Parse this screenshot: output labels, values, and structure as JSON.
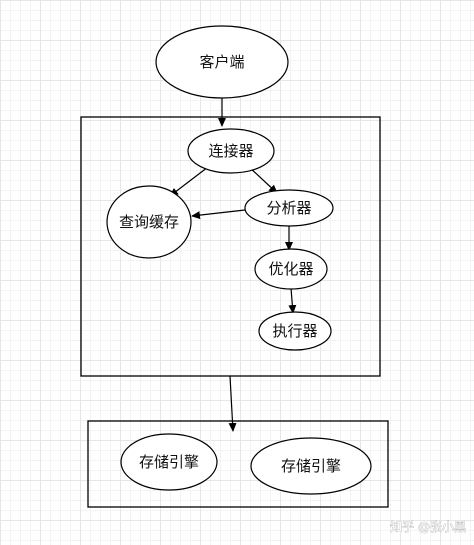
{
  "nodes": {
    "client": "客户端",
    "connector": "连接器",
    "query_cache": "查询缓存",
    "analyzer": "分析器",
    "optimizer": "优化器",
    "executor": "执行器",
    "engine_1": "存储引擎",
    "engine_2": "存储引擎"
  },
  "watermark": "知乎 @张小黑",
  "colors": {
    "stroke": "#000000",
    "fill": "#ffffff"
  }
}
